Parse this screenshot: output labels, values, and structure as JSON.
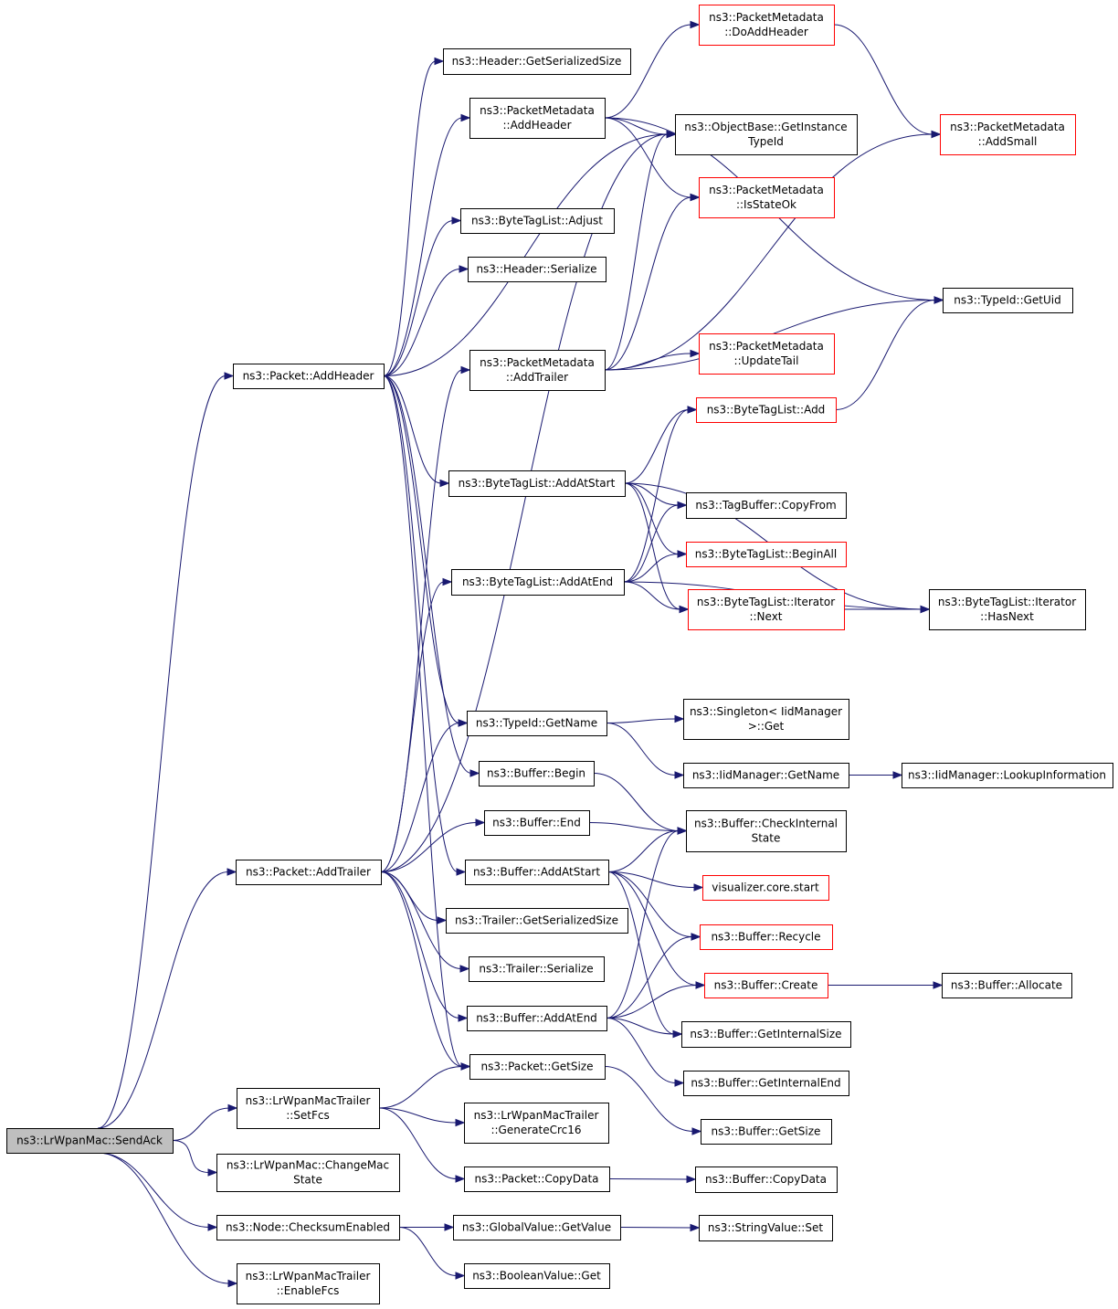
{
  "diagram": {
    "title": "",
    "nodes": [
      {
        "id": "sendack",
        "lines": [
          "ns3::LrWpanMac::SendAck"
        ],
        "kind": "root"
      },
      {
        "id": "p_addheader",
        "lines": [
          "ns3::Packet::AddHeader"
        ],
        "kind": "normal"
      },
      {
        "id": "p_addtrailer",
        "lines": [
          "ns3::Packet::AddTrailer"
        ],
        "kind": "normal"
      },
      {
        "id": "setfcs",
        "lines": [
          "ns3::LrWpanMacTrailer",
          "::SetFcs"
        ],
        "kind": "normal"
      },
      {
        "id": "changemac",
        "lines": [
          "ns3::LrWpanMac::ChangeMac",
          "State"
        ],
        "kind": "normal"
      },
      {
        "id": "checksum",
        "lines": [
          "ns3::Node::ChecksumEnabled"
        ],
        "kind": "normal"
      },
      {
        "id": "enablefcs",
        "lines": [
          "ns3::LrWpanMacTrailer",
          "::EnableFcs"
        ],
        "kind": "normal"
      },
      {
        "id": "h_getsersize",
        "lines": [
          "ns3::Header::GetSerializedSize"
        ],
        "kind": "normal"
      },
      {
        "id": "pm_addheader",
        "lines": [
          "ns3::PacketMetadata",
          "::AddHeader"
        ],
        "kind": "normal"
      },
      {
        "id": "btl_adjust",
        "lines": [
          "ns3::ByteTagList::Adjust"
        ],
        "kind": "normal"
      },
      {
        "id": "h_serialize",
        "lines": [
          "ns3::Header::Serialize"
        ],
        "kind": "normal"
      },
      {
        "id": "pm_addtrailer",
        "lines": [
          "ns3::PacketMetadata",
          "::AddTrailer"
        ],
        "kind": "normal"
      },
      {
        "id": "btl_addatstart",
        "lines": [
          "ns3::ByteTagList::AddAtStart"
        ],
        "kind": "normal"
      },
      {
        "id": "btl_addatend",
        "lines": [
          "ns3::ByteTagList::AddAtEnd"
        ],
        "kind": "normal"
      },
      {
        "id": "tid_getname",
        "lines": [
          "ns3::TypeId::GetName"
        ],
        "kind": "normal"
      },
      {
        "id": "buf_begin",
        "lines": [
          "ns3::Buffer::Begin"
        ],
        "kind": "normal"
      },
      {
        "id": "buf_end",
        "lines": [
          "ns3::Buffer::End"
        ],
        "kind": "normal"
      },
      {
        "id": "buf_addatstart",
        "lines": [
          "ns3::Buffer::AddAtStart"
        ],
        "kind": "normal"
      },
      {
        "id": "tr_getsersize",
        "lines": [
          "ns3::Trailer::GetSerializedSize"
        ],
        "kind": "normal"
      },
      {
        "id": "tr_serialize",
        "lines": [
          "ns3::Trailer::Serialize"
        ],
        "kind": "normal"
      },
      {
        "id": "buf_addatend",
        "lines": [
          "ns3::Buffer::AddAtEnd"
        ],
        "kind": "normal"
      },
      {
        "id": "p_getsize",
        "lines": [
          "ns3::Packet::GetSize"
        ],
        "kind": "normal"
      },
      {
        "id": "gencrc",
        "lines": [
          "ns3::LrWpanMacTrailer",
          "::GenerateCrc16"
        ],
        "kind": "normal"
      },
      {
        "id": "p_copydata",
        "lines": [
          "ns3::Packet::CopyData"
        ],
        "kind": "normal"
      },
      {
        "id": "gv_getvalue",
        "lines": [
          "ns3::GlobalValue::GetValue"
        ],
        "kind": "normal"
      },
      {
        "id": "bv_get",
        "lines": [
          "ns3::BooleanValue::Get"
        ],
        "kind": "normal"
      },
      {
        "id": "pm_doaddheader",
        "lines": [
          "ns3::PacketMetadata",
          "::DoAddHeader"
        ],
        "kind": "ext"
      },
      {
        "id": "ob_gettypeid",
        "lines": [
          "ns3::ObjectBase::GetInstance",
          "TypeId"
        ],
        "kind": "normal"
      },
      {
        "id": "pm_isstateok",
        "lines": [
          "ns3::PacketMetadata",
          "::IsStateOk"
        ],
        "kind": "ext"
      },
      {
        "id": "pm_updatetail",
        "lines": [
          "ns3::PacketMetadata",
          "::UpdateTail"
        ],
        "kind": "ext"
      },
      {
        "id": "btl_add",
        "lines": [
          "ns3::ByteTagList::Add"
        ],
        "kind": "ext"
      },
      {
        "id": "tb_copyfrom",
        "lines": [
          "ns3::TagBuffer::CopyFrom"
        ],
        "kind": "normal"
      },
      {
        "id": "btl_beginall",
        "lines": [
          "ns3::ByteTagList::BeginAll"
        ],
        "kind": "ext"
      },
      {
        "id": "btl_it_next",
        "lines": [
          "ns3::ByteTagList::Iterator",
          "::Next"
        ],
        "kind": "ext"
      },
      {
        "id": "singleton_get",
        "lines": [
          "ns3::Singleton< IidManager",
          ">::Get"
        ],
        "kind": "normal"
      },
      {
        "id": "iid_getname",
        "lines": [
          "ns3::IidManager::GetName"
        ],
        "kind": "normal"
      },
      {
        "id": "buf_checkinternal",
        "lines": [
          "ns3::Buffer::CheckInternal",
          "State"
        ],
        "kind": "normal"
      },
      {
        "id": "vis_start",
        "lines": [
          "visualizer.core.start"
        ],
        "kind": "ext"
      },
      {
        "id": "buf_recycle",
        "lines": [
          "ns3::Buffer::Recycle"
        ],
        "kind": "ext"
      },
      {
        "id": "buf_create",
        "lines": [
          "ns3::Buffer::Create"
        ],
        "kind": "ext"
      },
      {
        "id": "buf_getinternalsize",
        "lines": [
          "ns3::Buffer::GetInternalSize"
        ],
        "kind": "normal"
      },
      {
        "id": "buf_getinternalend",
        "lines": [
          "ns3::Buffer::GetInternalEnd"
        ],
        "kind": "normal"
      },
      {
        "id": "buf_getsize",
        "lines": [
          "ns3::Buffer::GetSize"
        ],
        "kind": "normal"
      },
      {
        "id": "buf_copydata",
        "lines": [
          "ns3::Buffer::CopyData"
        ],
        "kind": "normal"
      },
      {
        "id": "sv_set",
        "lines": [
          "ns3::StringValue::Set"
        ],
        "kind": "normal"
      },
      {
        "id": "pm_addsmall",
        "lines": [
          "ns3::PacketMetadata",
          "::AddSmall"
        ],
        "kind": "ext"
      },
      {
        "id": "tid_getuid",
        "lines": [
          "ns3::TypeId::GetUid"
        ],
        "kind": "normal"
      },
      {
        "id": "btl_it_hasnext",
        "lines": [
          "ns3::ByteTagList::Iterator",
          "::HasNext"
        ],
        "kind": "normal"
      },
      {
        "id": "iid_lookup",
        "lines": [
          "ns3::IidManager::LookupInformation"
        ],
        "kind": "normal"
      },
      {
        "id": "buf_allocate",
        "lines": [
          "ns3::Buffer::Allocate"
        ],
        "kind": "normal"
      }
    ],
    "edges": [
      [
        "sendack",
        "p_addheader"
      ],
      [
        "sendack",
        "p_addtrailer"
      ],
      [
        "sendack",
        "setfcs"
      ],
      [
        "sendack",
        "changemac"
      ],
      [
        "sendack",
        "checksum"
      ],
      [
        "sendack",
        "enablefcs"
      ],
      [
        "p_addheader",
        "h_getsersize"
      ],
      [
        "p_addheader",
        "pm_addheader"
      ],
      [
        "p_addheader",
        "ob_gettypeid"
      ],
      [
        "p_addheader",
        "btl_adjust"
      ],
      [
        "p_addheader",
        "h_serialize"
      ],
      [
        "p_addheader",
        "btl_addatstart"
      ],
      [
        "p_addheader",
        "tid_getname"
      ],
      [
        "p_addheader",
        "buf_begin"
      ],
      [
        "p_addheader",
        "buf_addatstart"
      ],
      [
        "p_addheader",
        "p_getsize"
      ],
      [
        "pm_addheader",
        "pm_doaddheader"
      ],
      [
        "pm_addheader",
        "ob_gettypeid"
      ],
      [
        "pm_addheader",
        "pm_isstateok"
      ],
      [
        "pm_addheader",
        "tid_getuid"
      ],
      [
        "pm_doaddheader",
        "pm_addsmall"
      ],
      [
        "pm_addtrailer",
        "ob_gettypeid"
      ],
      [
        "pm_addtrailer",
        "pm_isstateok"
      ],
      [
        "pm_addtrailer",
        "pm_addsmall"
      ],
      [
        "pm_addtrailer",
        "tid_getuid"
      ],
      [
        "pm_addtrailer",
        "pm_updatetail"
      ],
      [
        "btl_add",
        "tid_getuid"
      ],
      [
        "btl_addatstart",
        "btl_add"
      ],
      [
        "btl_addatstart",
        "tb_copyfrom"
      ],
      [
        "btl_addatstart",
        "btl_beginall"
      ],
      [
        "btl_addatstart",
        "btl_it_next"
      ],
      [
        "btl_addatstart",
        "btl_it_hasnext"
      ],
      [
        "btl_addatend",
        "btl_add"
      ],
      [
        "btl_addatend",
        "tb_copyfrom"
      ],
      [
        "btl_addatend",
        "btl_beginall"
      ],
      [
        "btl_addatend",
        "btl_it_next"
      ],
      [
        "btl_addatend",
        "btl_it_hasnext"
      ],
      [
        "btl_it_next",
        "btl_it_hasnext"
      ],
      [
        "tid_getname",
        "singleton_get"
      ],
      [
        "tid_getname",
        "iid_getname"
      ],
      [
        "iid_getname",
        "iid_lookup"
      ],
      [
        "buf_begin",
        "buf_checkinternal"
      ],
      [
        "buf_end",
        "buf_checkinternal"
      ],
      [
        "buf_addatstart",
        "buf_checkinternal"
      ],
      [
        "buf_addatstart",
        "vis_start"
      ],
      [
        "buf_addatstart",
        "buf_recycle"
      ],
      [
        "buf_addatstart",
        "buf_create"
      ],
      [
        "buf_addatstart",
        "buf_getinternalsize"
      ],
      [
        "buf_addatend",
        "buf_checkinternal"
      ],
      [
        "buf_addatend",
        "buf_recycle"
      ],
      [
        "buf_addatend",
        "buf_create"
      ],
      [
        "buf_addatend",
        "buf_getinternalsize"
      ],
      [
        "buf_addatend",
        "buf_getinternalend"
      ],
      [
        "buf_create",
        "buf_allocate"
      ],
      [
        "p_addtrailer",
        "ob_gettypeid"
      ],
      [
        "p_addtrailer",
        "pm_addtrailer"
      ],
      [
        "p_addtrailer",
        "btl_addatend"
      ],
      [
        "p_addtrailer",
        "tid_getname"
      ],
      [
        "p_addtrailer",
        "buf_end"
      ],
      [
        "p_addtrailer",
        "tr_getsersize"
      ],
      [
        "p_addtrailer",
        "tr_serialize"
      ],
      [
        "p_addtrailer",
        "buf_addatend"
      ],
      [
        "p_addtrailer",
        "p_getsize"
      ],
      [
        "p_getsize",
        "buf_getsize"
      ],
      [
        "setfcs",
        "p_getsize"
      ],
      [
        "setfcs",
        "gencrc"
      ],
      [
        "setfcs",
        "p_copydata"
      ],
      [
        "p_copydata",
        "buf_copydata"
      ],
      [
        "checksum",
        "gv_getvalue"
      ],
      [
        "checksum",
        "bv_get"
      ],
      [
        "gv_getvalue",
        "sv_set"
      ]
    ]
  }
}
